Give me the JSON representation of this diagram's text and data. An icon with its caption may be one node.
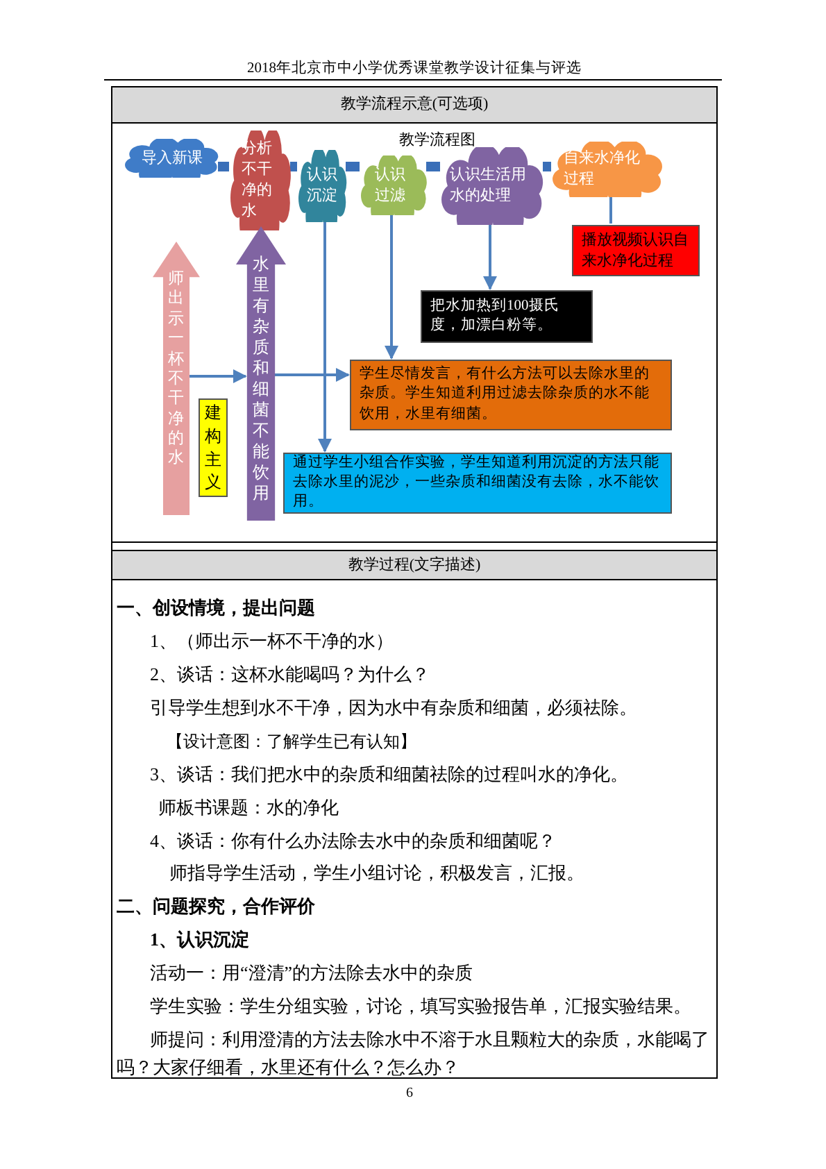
{
  "diagram": {
    "nodes": [
      {
        "text": [
          "导入新课"
        ]
      },
      {
        "text": [
          "分析不干净的水"
        ]
      },
      {
        "text": [
          "认识沉淀"
        ]
      },
      {
        "text": [
          "认识过滤"
        ]
      },
      {
        "text": [
          "认识生活用水的处理"
        ]
      },
      {
        "text": [
          "自来水净化过程"
        ]
      },
      {
        "text": [
          "播放视频认识自来水净化过程"
        ]
      },
      {
        "text": [
          "把水加热到100摄氏度，加漂白粉等。"
        ]
      },
      {
        "text": [
          "学生尽情发言，有什么方法可以去除水里的杂质。学生知道利用过滤去除杂质的水不能饮用，水里有细菌。"
        ]
      },
      {
        "text": [
          "通过学生小组合作实验，学生知道利用沉淀的方法只能去除水里的泥沙，一些杂质和细菌没有去除，水不能饮用。"
        ]
      },
      {
        "text": [
          "师出示一杯不干净的水"
        ]
      },
      {
        "text": [
          "水里有杂质和细菌不能饮用"
        ]
      },
      {
        "text": [
          "建构主义"
        ]
      }
    ],
    "edges": [
      {
        "from": 0,
        "to": 1,
        "arrow": "none",
        "style": "thick"
      },
      {
        "from": 1,
        "to": 2,
        "arrow": "none",
        "style": "thick"
      },
      {
        "from": 2,
        "to": 3,
        "arrow": "none",
        "style": "thick"
      },
      {
        "from": 3,
        "to": 4,
        "arrow": "none",
        "style": "thick"
      },
      {
        "from": 4,
        "to": 5,
        "arrow": "none",
        "style": "thick"
      },
      {
        "from": 2,
        "to": 9,
        "arrow": "to"
      },
      {
        "from": 3,
        "to": 8,
        "arrow": "to"
      },
      {
        "from": 4,
        "to": 7,
        "arrow": "to"
      },
      {
        "from": 5,
        "to": 6,
        "arrow": "none"
      },
      {
        "from": 10,
        "to": 11,
        "arrow": "to"
      },
      {
        "from": 11,
        "to": 8,
        "arrow": "to"
      }
    ],
    "title": "教学流程图",
    "labels": [
      "2018年北京市中小学优秀课堂教学设计征集与评选",
      "教学流程示意(可选项)",
      "教学过程(文字描述)",
      "一、创设情境，提出问题",
      "1、（师出示一杯不干净的水）",
      "2、谈话：这杯水能喝吗？为什么？",
      "引导学生想到水不干净，因为水中有杂质和细菌，必须祛除。",
      "【设计意图：了解学生已有认知】",
      "3、谈话：我们把水中的杂质和细菌祛除的过程叫水的净化。",
      "师板书课题：水的净化",
      "4、谈话：你有什么办法除去水中的杂质和细菌呢？",
      "师指导学生活动，学生小组讨论，积极发言，汇报。",
      "二、问题探究，合作评价",
      "1、认识沉淀",
      "活动一：用“澄清”的方法除去水中的杂质",
      "学生实验：学生分组实验，讨论，填写实验报告单，汇报实验结果。",
      "师提问：利用澄清的方法去除水中不溶于水且颗粒大的杂质，水能喝了吗？大家仔细看，水里还有什么？怎么办？",
      "6"
    ]
  }
}
